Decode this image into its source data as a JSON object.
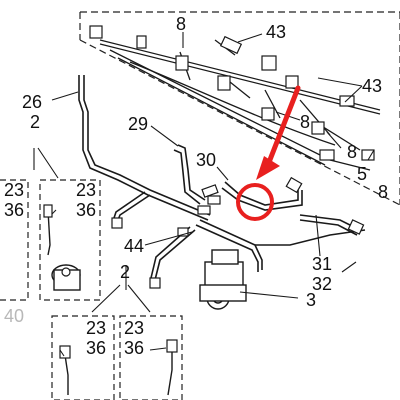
{
  "callouts": {
    "c8_top": "8",
    "c43_top": "43",
    "c43_right": "43",
    "c8_mid": "8",
    "c8_right": "8",
    "c8_edge": "8",
    "c5": "5",
    "c26": "26",
    "c2_left": "2",
    "c23_left_edge": "23",
    "c36_left_edge": "36",
    "c23_inset": "23",
    "c36_inset": "36",
    "c29": "29",
    "c30": "30",
    "c44": "44",
    "c2_bottom": "2",
    "c31": "31",
    "c32": "32",
    "c3": "3",
    "c40": "40",
    "c23_b1": "23",
    "c36_b1": "36",
    "c23_b2": "23",
    "c36_b2": "36"
  },
  "highlight_color": "#e8201f",
  "line_color": "#1a1a1a"
}
